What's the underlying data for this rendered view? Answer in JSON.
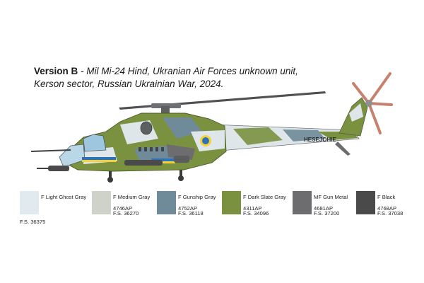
{
  "title": {
    "version": "Version B",
    "separator": " - ",
    "line1": "Mil Mi-24 Hind, Ukranian Air Forces unknown unit,",
    "line2": "Kerson sector, Russian Ukrainian War, 2024."
  },
  "aircraft": {
    "tail_code": "HESEJOHIE",
    "marking": "roundel-blue-yellow"
  },
  "colors": [
    {
      "name": "F Light Ghost Gray",
      "code": "",
      "fs": "F.S. 36375",
      "hex": "#e1ebef"
    },
    {
      "name": "F Medium Gray",
      "code": "4746AP",
      "fs": "F.S. 36270",
      "hex": "#cfd2c8"
    },
    {
      "name": "F Gunship Gray",
      "code": "4752AP",
      "fs": "F.S. 36118",
      "hex": "#6f8a99"
    },
    {
      "name": "F Dark Slate Gray",
      "code": "4311AP",
      "fs": "F.S. 34096",
      "hex": "#7a9140"
    },
    {
      "name": "MF Gun Metal",
      "code": "4681AP",
      "fs": "F.S. 37200",
      "hex": "#6d6d70"
    },
    {
      "name": "F Black",
      "code": "4768AP",
      "fs": "F.S. 37038",
      "hex": "#4a4a4a"
    }
  ]
}
